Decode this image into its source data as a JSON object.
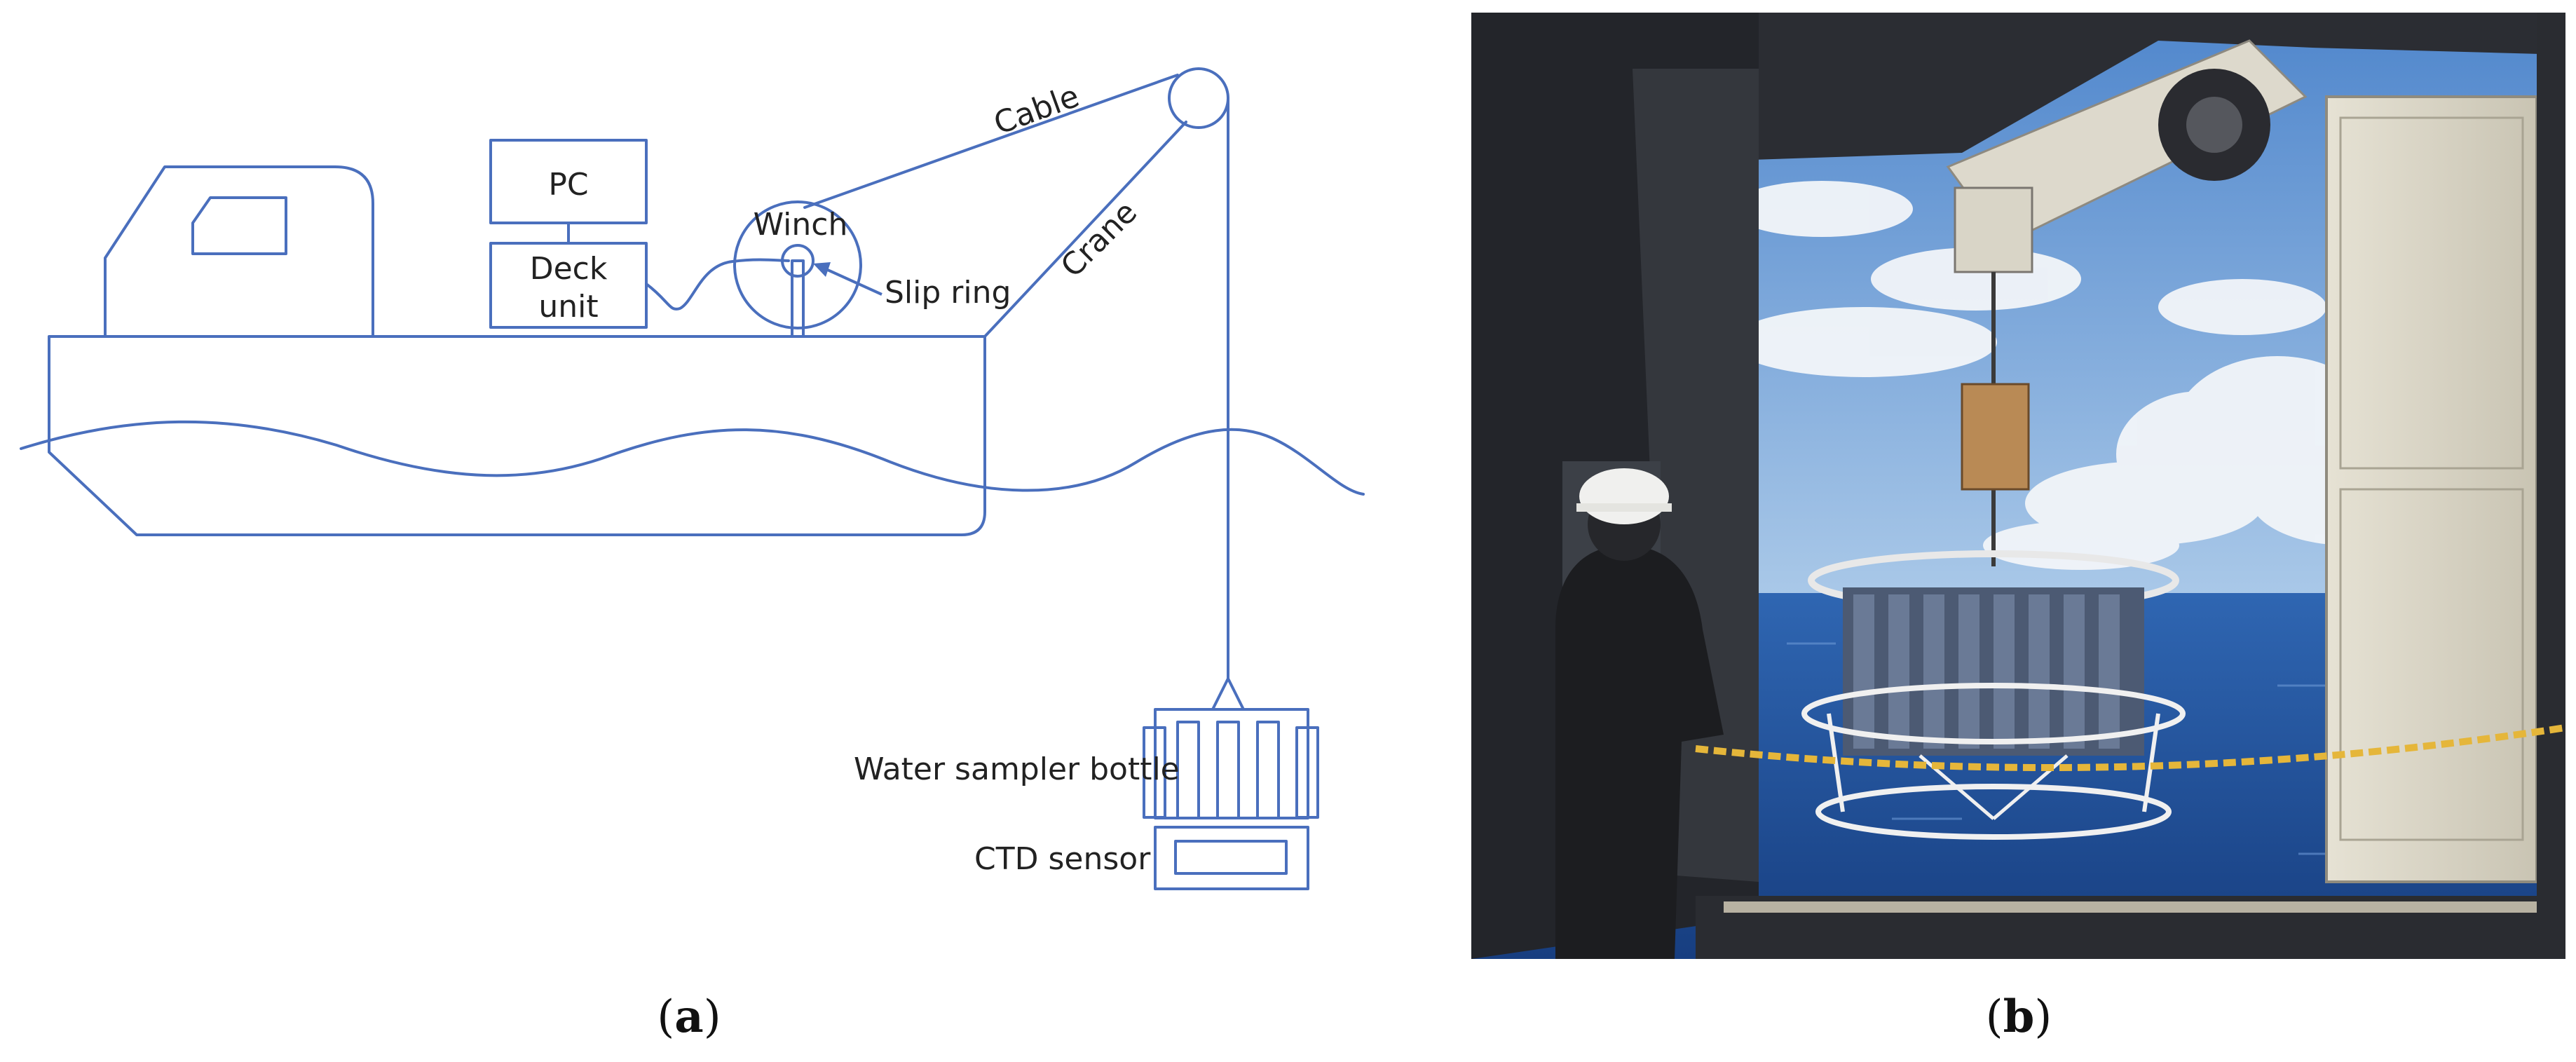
{
  "diagram_a": {
    "labels": {
      "pc": "PC",
      "deck_unit_line1": "Deck",
      "deck_unit_line2": "unit",
      "winch": "Winch",
      "slip_ring": "Slip ring",
      "cable": "Cable",
      "crane": "Crane",
      "water_sampler_bottle": "Water sampler bottle",
      "ctd_sensor": "CTD sensor"
    },
    "line_color": "#4a6fbd"
  },
  "photo_b": {
    "sky_color": "#6f9fd3",
    "sea_color": "#1f4f9a",
    "frame_color": "#2a2c31"
  },
  "captions": {
    "a": {
      "open": "(",
      "letter": "a",
      "close": ")"
    },
    "b": {
      "open": "(",
      "letter": "b",
      "close": ")"
    }
  }
}
